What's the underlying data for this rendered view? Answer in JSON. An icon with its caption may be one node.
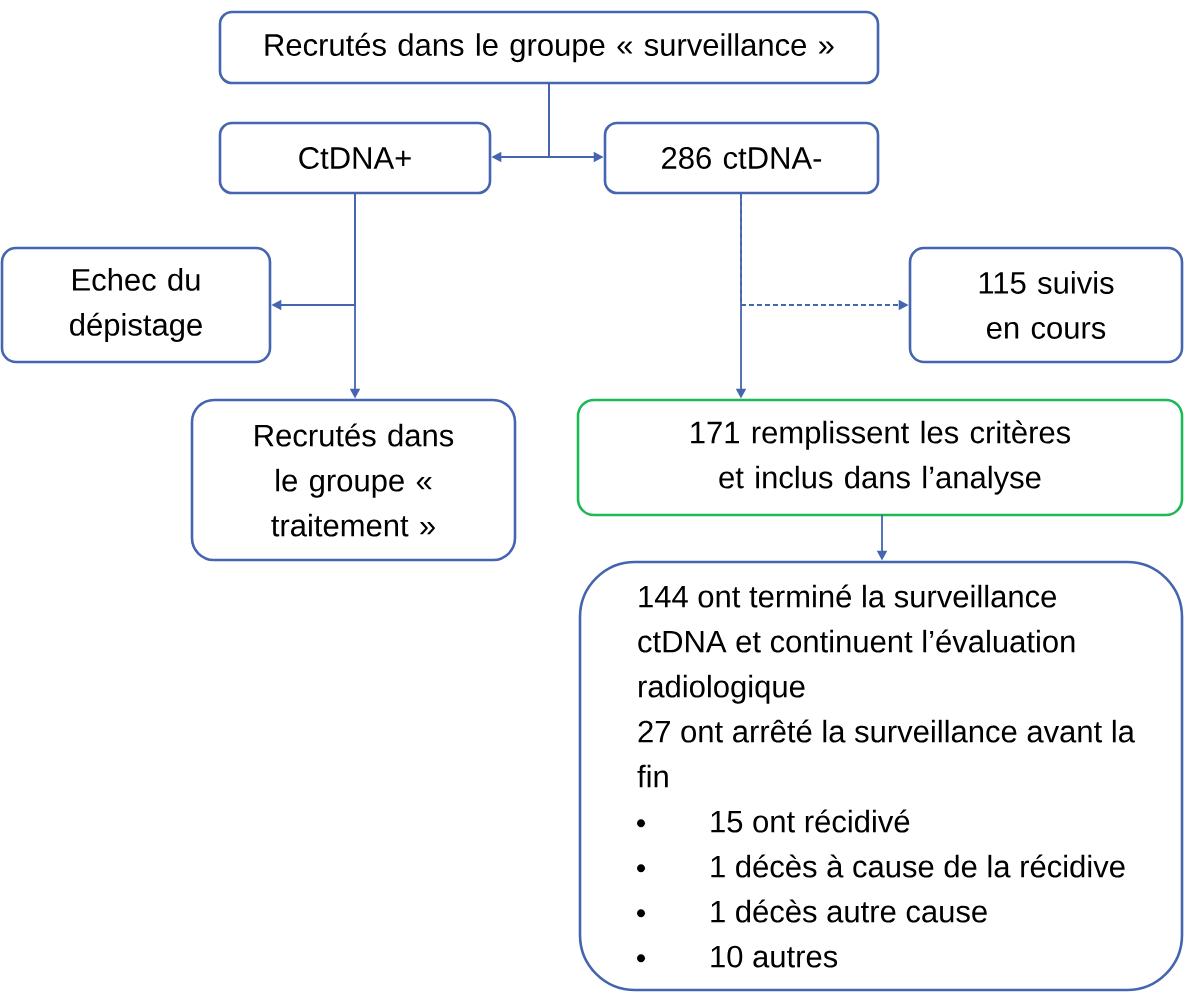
{
  "diagram": {
    "nodes": [
      {
        "text": [
          "Recrutés dans le groupe « surveillance »"
        ]
      },
      {
        "text": [
          "CtDNA+"
        ]
      },
      {
        "text": [
          "286 ctDNA-"
        ]
      },
      {
        "text": [
          "Echec du dépistage"
        ]
      },
      {
        "text": [
          "115 suivis en cours"
        ]
      },
      {
        "text": [
          "Recrutés dans le groupe « traitement »"
        ]
      },
      {
        "text": [
          "171 remplissent les critères et inclus dans l’analyse"
        ]
      },
      {
        "text": [
          "144 ont terminé la surveillance ctDNA et continuent l’évaluation radiologique",
          "27 ont arrêté la surveillance avant la fin",
          "15 ont récidivé",
          "1 décès à cause de la récidive",
          "1 décès autre cause",
          "10 autres"
        ]
      }
    ],
    "edges": [
      {
        "from": 0,
        "to": 1,
        "arrow": "to"
      },
      {
        "from": 0,
        "to": 2,
        "arrow": "to"
      },
      {
        "from": 1,
        "to": 3,
        "arrow": "to"
      },
      {
        "from": 1,
        "to": 5,
        "arrow": "to"
      },
      {
        "from": 2,
        "to": 4,
        "arrow": "to",
        "style": "dashed"
      },
      {
        "from": 2,
        "to": 6,
        "arrow": "to"
      },
      {
        "from": 6,
        "to": 7,
        "arrow": "to"
      }
    ]
  }
}
